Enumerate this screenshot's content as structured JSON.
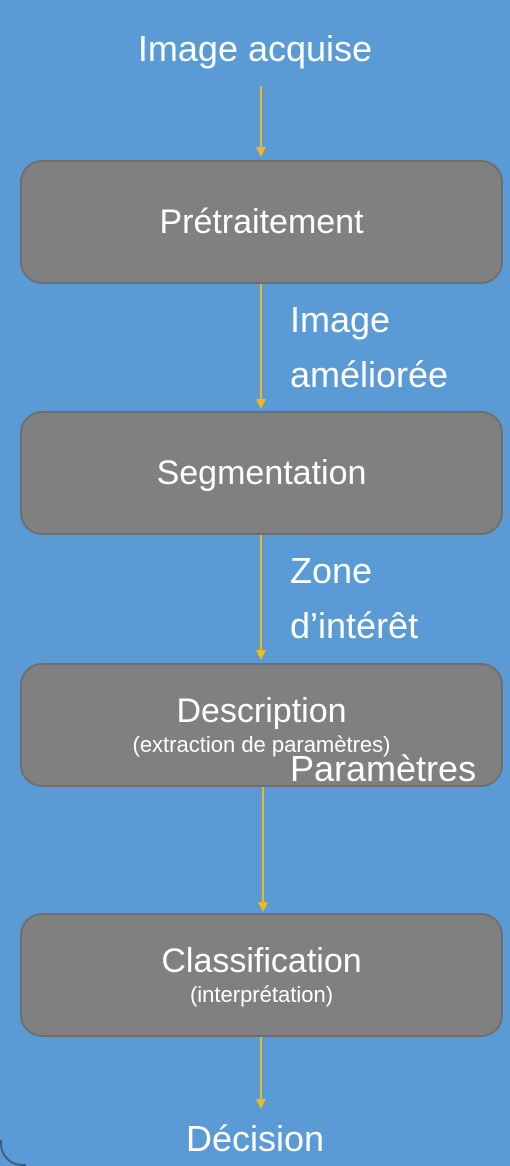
{
  "diagram": {
    "input_label": "Image acquise",
    "steps": [
      {
        "title": "Prétraitement",
        "subtitle": ""
      },
      {
        "title": "Segmentation",
        "subtitle": ""
      },
      {
        "title": "Description",
        "subtitle": "(extraction de paramètres)"
      },
      {
        "title": "Classification",
        "subtitle": "(interprétation)"
      }
    ],
    "edge_labels": [
      {
        "line1": "Image",
        "line2": "améliorée"
      },
      {
        "line1": "Zone",
        "line2": "d’intérêt"
      },
      {
        "line1": "Paramètres",
        "line2": ""
      }
    ],
    "output_label": "Décision",
    "colors": {
      "background": "#5b9bd5",
      "box_fill": "#808080",
      "arrow": "#f2b81f",
      "text": "#ffffff"
    }
  }
}
